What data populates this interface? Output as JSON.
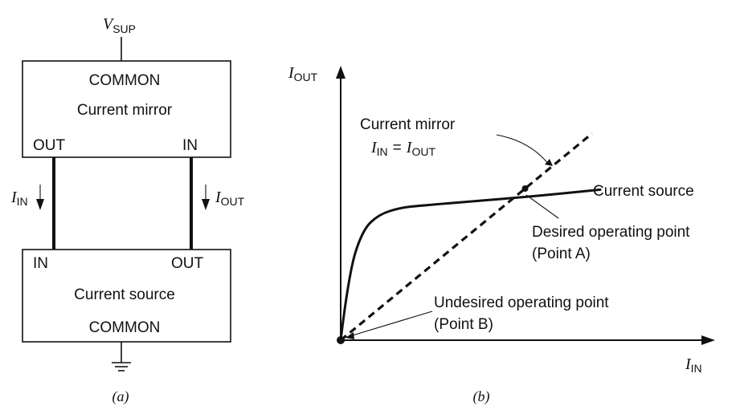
{
  "panel_a": {
    "supply": {
      "main": "V",
      "sub": "SUP"
    },
    "mirror_box": {
      "top": "COMMON",
      "name": "Current mirror",
      "left_port": "OUT",
      "right_port": "IN"
    },
    "source_box": {
      "left_port": "IN",
      "right_port": "OUT",
      "name": "Current source",
      "bottom": "COMMON"
    },
    "left_current": {
      "main": "I",
      "sub": "IN"
    },
    "right_current": {
      "main": "I",
      "sub": "OUT"
    },
    "caption": "(a)"
  },
  "panel_b": {
    "y_axis": {
      "main": "I",
      "sub": "OUT"
    },
    "x_axis": {
      "main": "I",
      "sub": "IN"
    },
    "mirror_label": {
      "line1": "Current mirror",
      "eq_left_main": "I",
      "eq_left_sub": "IN",
      "eq_mid": "=",
      "eq_right_main": "I",
      "eq_right_sub": "OUT"
    },
    "source_label": "Current source",
    "point_a": {
      "line1": "Desired operating point",
      "line2": "(Point A)"
    },
    "point_b": {
      "line1": "Undesired operating point",
      "line2": "(Point B)"
    },
    "caption": "(b)"
  },
  "chart_data": {
    "type": "line",
    "title": "",
    "xlabel": "IIN",
    "ylabel": "IOUT",
    "grid": false,
    "series": [
      {
        "name": "Current mirror IIN = IOUT",
        "style": "dashed",
        "x": [
          0,
          0.92
        ],
        "y": [
          0,
          0.92
        ]
      },
      {
        "name": "Current source",
        "style": "solid",
        "x": [
          0,
          0.03,
          0.08,
          0.14,
          0.22,
          0.3,
          0.5,
          0.7,
          0.95
        ],
        "y": [
          0,
          0.3,
          0.49,
          0.56,
          0.59,
          0.6,
          0.62,
          0.64,
          0.67
        ]
      }
    ],
    "annotations": [
      {
        "text": "Desired operating point (Point A)",
        "x": 0.675,
        "y": 0.675
      },
      {
        "text": "Undesired operating point (Point B)",
        "x": 0,
        "y": 0
      }
    ]
  }
}
